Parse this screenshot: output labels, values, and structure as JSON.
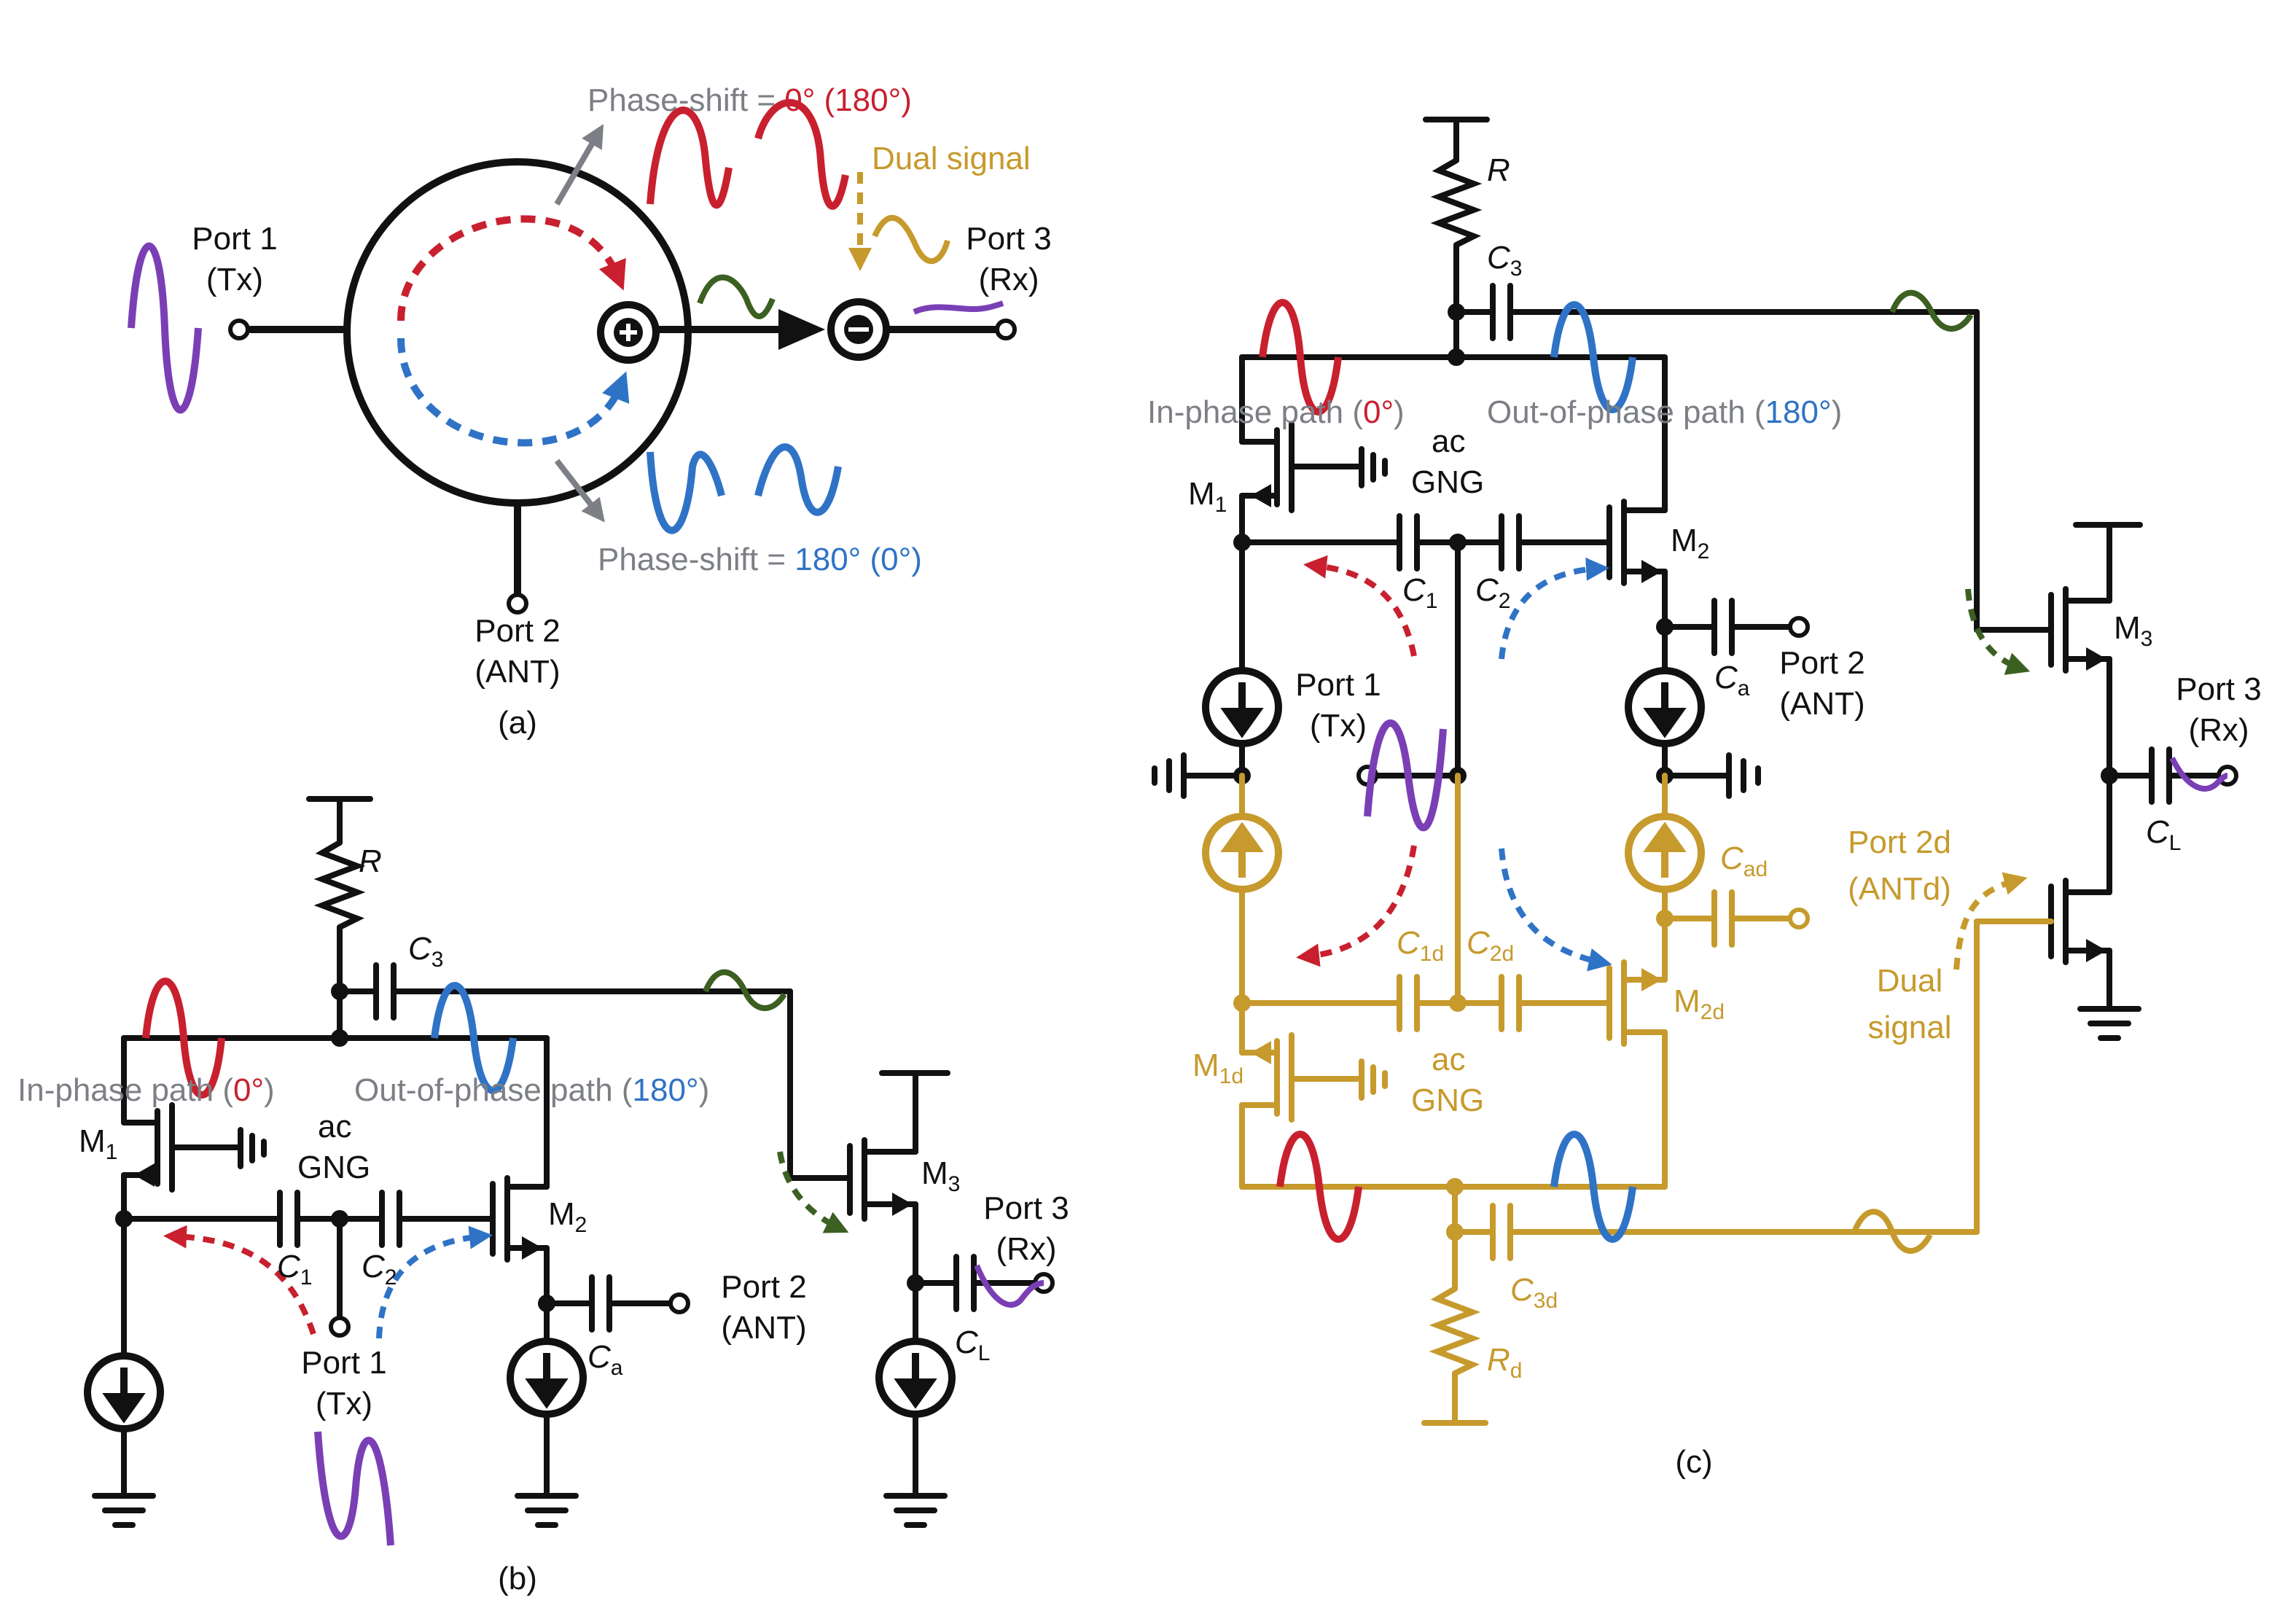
{
  "colors": {
    "wire": "#111111",
    "red": "#c8202f",
    "blue": "#2f73c6",
    "gold": "#c69a2c",
    "green": "#3c5f22",
    "purple": "#7a3fb5",
    "gray": "#7c7f85"
  },
  "panel_a": {
    "phase_top_prefix": "Phase-shift = ",
    "phase_top_red": "0° (180°)",
    "phase_bottom_prefix": "Phase-shift = ",
    "phase_bottom_blue": "180° (0°)",
    "dual_signal": "Dual signal",
    "port1_line1": "Port 1",
    "port1_line2": "(Tx)",
    "port2_line1": "Port 2",
    "port2_line2": "(ANT)",
    "port3_line1": "Port 3",
    "port3_line2": "(Rx)",
    "caption": "(a)"
  },
  "panel_b": {
    "R": "R",
    "C3": "C",
    "C3_sub": "3",
    "inphase_prefix": "In-phase path (",
    "inphase_red": "0°",
    "inphase_suffix": ")",
    "outphase_prefix": "Out-of-phase path (",
    "outphase_blue": "180°",
    "outphase_suffix": ")",
    "M1": "M",
    "M1_sub": "1",
    "M2": "M",
    "M2_sub": "2",
    "M3": "M",
    "M3_sub": "3",
    "ac": "ac",
    "gng": "GNG",
    "C1": "C",
    "C1_sub": "1",
    "C2": "C",
    "C2_sub": "2",
    "Ca": "C",
    "Ca_sub": "a",
    "CL": "C",
    "CL_sub": "L",
    "port1_line1": "Port 1",
    "port1_line2": "(Tx)",
    "port2_line1": "Port 2",
    "port2_line2": "(ANT)",
    "port3_line1": "Port 3",
    "port3_line2": "(Rx)",
    "caption": "(b)"
  },
  "panel_c": {
    "R": "R",
    "C3": "C",
    "C3_sub": "3",
    "inphase_prefix": "In-phase path (",
    "inphase_red": "0°",
    "inphase_suffix": ")",
    "outphase_prefix": "Out-of-phase path (",
    "outphase_blue": "180°",
    "outphase_suffix": ")",
    "M1": "M",
    "M1_sub": "1",
    "M2": "M",
    "M2_sub": "2",
    "M3": "M",
    "M3_sub": "3",
    "ac": "ac",
    "gng": "GNG",
    "C1": "C",
    "C1_sub": "1",
    "C2": "C",
    "C2_sub": "2",
    "Ca": "C",
    "Ca_sub": "a",
    "CL": "C",
    "CL_sub": "L",
    "port1_line1": "Port 1",
    "port1_line2": "(Tx)",
    "port2_line1": "Port 2",
    "port2_line2": "(ANT)",
    "port3_line1": "Port 3",
    "port3_line2": "(Rx)",
    "Cad": "C",
    "Cad_sub": "ad",
    "port2d_line1": "Port 2d",
    "port2d_line2": "(ANTd)",
    "dual_line1": "Dual",
    "dual_line2": "signal",
    "C1d": "C",
    "C1d_sub": "1d",
    "C2d": "C",
    "C2d_sub": "2d",
    "M2d": "M",
    "M2d_sub": "2d",
    "M1d": "M",
    "M1d_sub": "1d",
    "ac_d": "ac",
    "gng_d": "GNG",
    "C3d": "C",
    "C3d_sub": "3d",
    "Rd": "R",
    "Rd_sub": "d",
    "caption": "(c)"
  }
}
